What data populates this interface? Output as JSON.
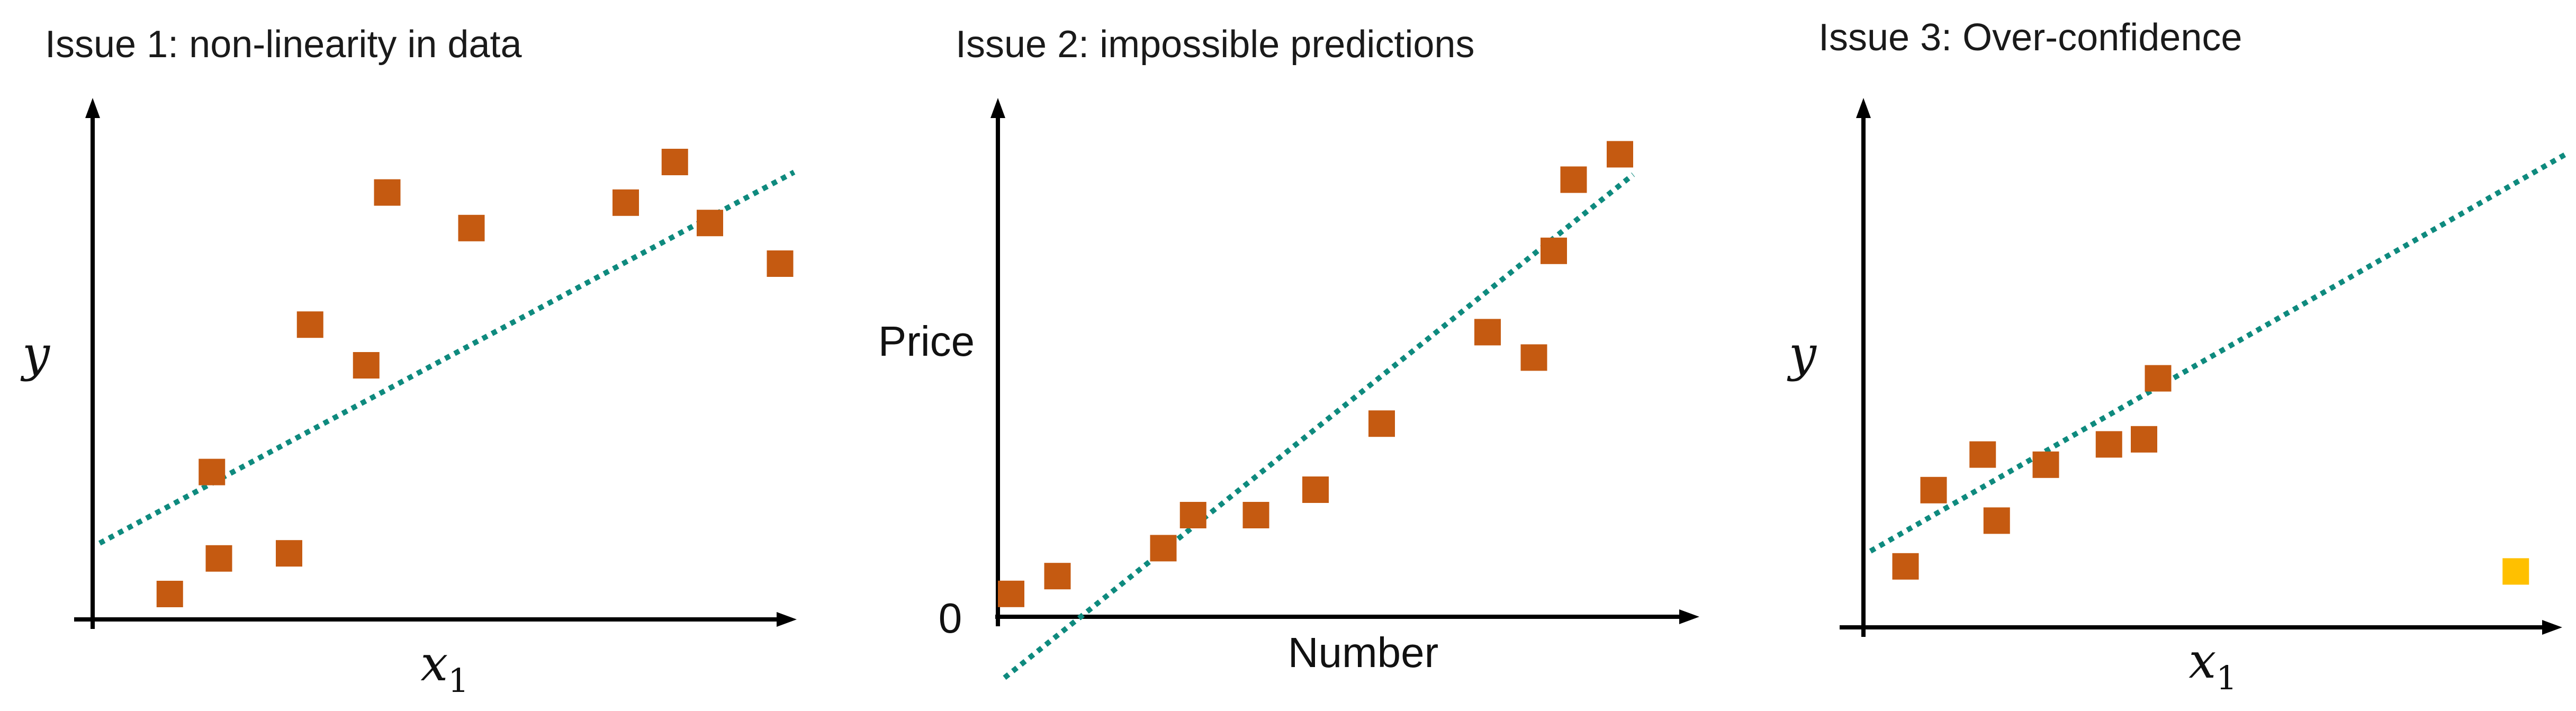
{
  "colors": {
    "axis": "#000000",
    "point": "#C55A11",
    "highlight": "#FFC000",
    "fit_line": "#0E8A7E"
  },
  "chart_data": [
    {
      "type": "scatter",
      "title": "Issue 1: non-linearity in data",
      "xlabel": "x",
      "xlabel_subscript": "1",
      "ylabel": "y",
      "xlim": [
        0,
        10
      ],
      "ylim": [
        0,
        10
      ],
      "grid": false,
      "points": [
        {
          "x": 1.1,
          "y": 0.5
        },
        {
          "x": 1.7,
          "y": 2.9
        },
        {
          "x": 1.8,
          "y": 1.2
        },
        {
          "x": 2.8,
          "y": 1.3
        },
        {
          "x": 3.1,
          "y": 5.8
        },
        {
          "x": 3.9,
          "y": 5.0
        },
        {
          "x": 4.2,
          "y": 8.4
        },
        {
          "x": 5.4,
          "y": 7.7
        },
        {
          "x": 7.6,
          "y": 8.2
        },
        {
          "x": 8.3,
          "y": 9.0
        },
        {
          "x": 8.8,
          "y": 7.8
        },
        {
          "x": 9.8,
          "y": 7.0
        }
      ],
      "fit_line": {
        "x": [
          0.1,
          10.0
        ],
        "y": [
          1.5,
          8.8
        ]
      }
    },
    {
      "type": "scatter",
      "title": "Issue 2: impossible predictions",
      "xlabel": "Number",
      "ylabel": "Price",
      "y_tick_label": "0",
      "xlim": [
        0,
        10
      ],
      "ylim": [
        0,
        10
      ],
      "grid": false,
      "points": [
        {
          "x": 0.2,
          "y": 0.45
        },
        {
          "x": 0.9,
          "y": 0.8
        },
        {
          "x": 2.5,
          "y": 1.35
        },
        {
          "x": 2.95,
          "y": 2.0
        },
        {
          "x": 3.9,
          "y": 2.0
        },
        {
          "x": 4.8,
          "y": 2.5
        },
        {
          "x": 5.8,
          "y": 3.8
        },
        {
          "x": 7.4,
          "y": 5.6
        },
        {
          "x": 8.1,
          "y": 5.1
        },
        {
          "x": 8.4,
          "y": 7.2
        },
        {
          "x": 8.7,
          "y": 8.6
        },
        {
          "x": 9.4,
          "y": 9.1
        }
      ],
      "fit_line": {
        "x": [
          0.1,
          9.6
        ],
        "y": [
          -1.2,
          8.7
        ]
      }
    },
    {
      "type": "scatter",
      "title": "Issue 3: Over-confidence",
      "xlabel": "x",
      "xlabel_subscript": "1",
      "ylabel": "y",
      "xlim": [
        0,
        10
      ],
      "ylim": [
        0,
        10
      ],
      "grid": false,
      "points": [
        {
          "x": 0.6,
          "y": 1.2
        },
        {
          "x": 1.0,
          "y": 2.7
        },
        {
          "x": 1.7,
          "y": 3.4
        },
        {
          "x": 1.9,
          "y": 2.1
        },
        {
          "x": 2.6,
          "y": 3.2
        },
        {
          "x": 3.5,
          "y": 3.6
        },
        {
          "x": 4.0,
          "y": 3.7
        },
        {
          "x": 4.2,
          "y": 4.9
        }
      ],
      "highlight_points": [
        {
          "x": 9.3,
          "y": 1.1
        }
      ],
      "fit_line": {
        "x": [
          0.1,
          10.0
        ],
        "y": [
          1.5,
          9.3
        ]
      }
    }
  ]
}
